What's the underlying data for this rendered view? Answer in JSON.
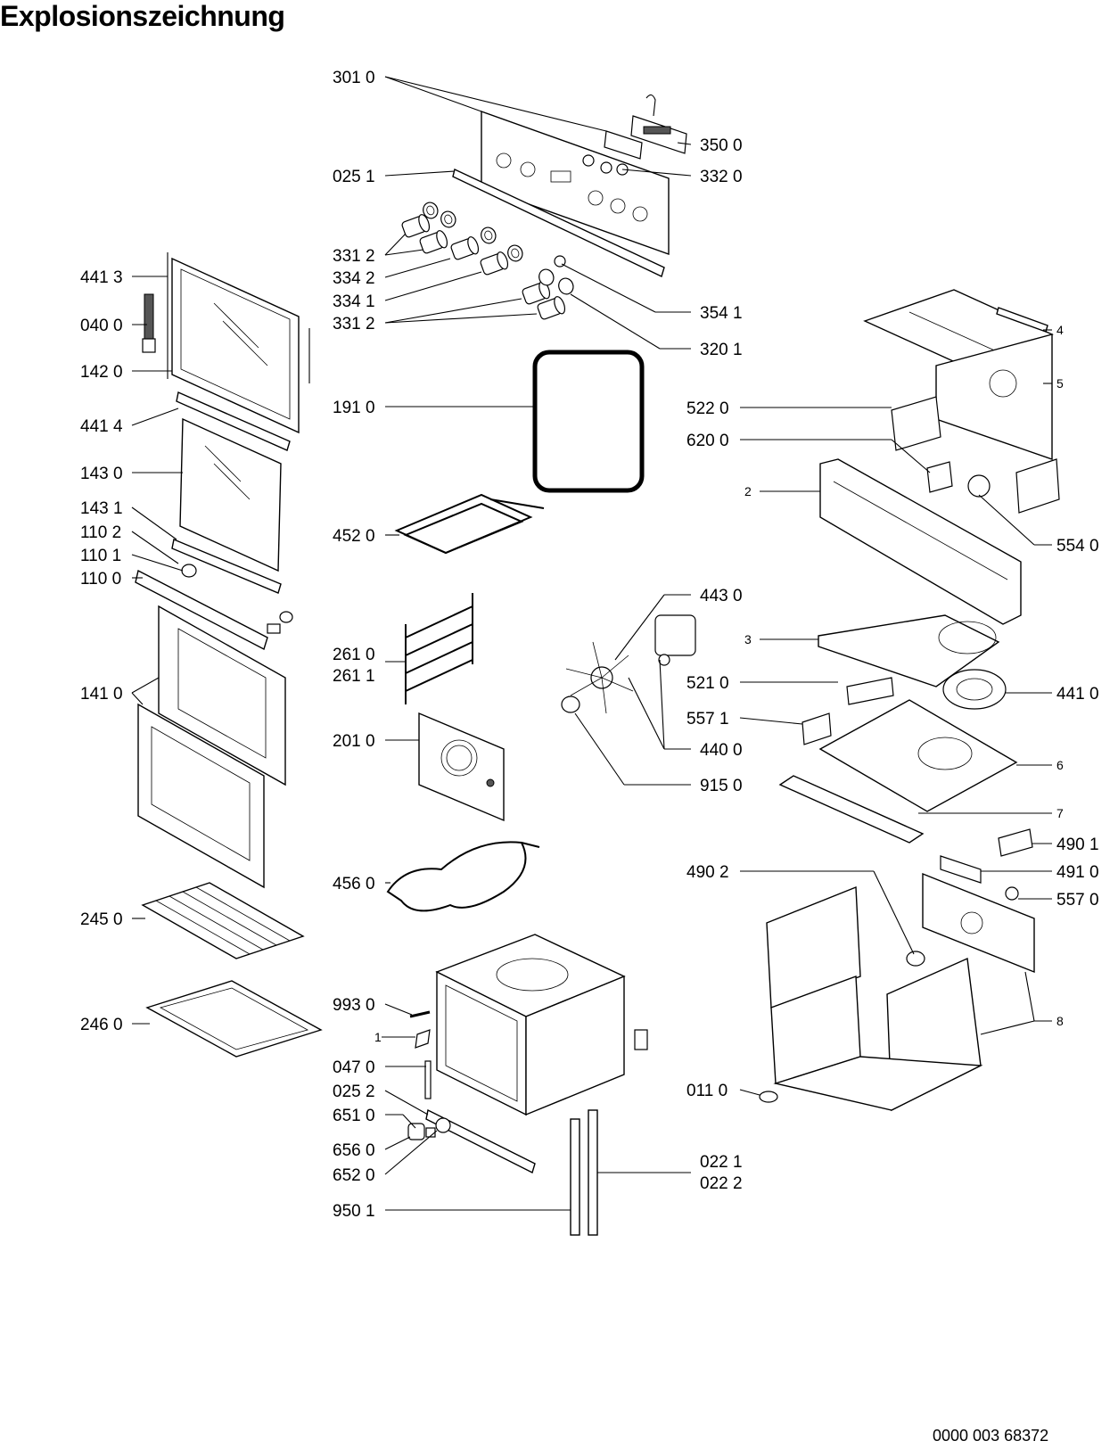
{
  "title": "Explosionszeichnung",
  "document_number": "0000 003 68372",
  "callouts": {
    "p301_0": "301 0",
    "p350_0": "350 0",
    "p332_0": "332 0",
    "p025_1": "025 1",
    "p331_2a": "331 2",
    "p334_2": "334 2",
    "p334_1": "334 1",
    "p331_2b": "331 2",
    "p354_1": "354 1",
    "p320_1": "320 1",
    "p441_3": "441 3",
    "p040_0": "040 0",
    "p142_0": "142 0",
    "p441_4": "441 4",
    "p143_0": "143 0",
    "p143_1": "143 1",
    "p110_2": "110 2",
    "p110_1": "110 1",
    "p110_0": "110 0",
    "p141_0": "141 0",
    "p245_0": "245 0",
    "p246_0": "246 0",
    "p191_0": "191 0",
    "p452_0": "452 0",
    "p261_0": "261 0",
    "p261_1": "261 1",
    "p201_0": "201 0",
    "p456_0": "456 0",
    "p993_0": "993 0",
    "p1": "1",
    "p047_0": "047 0",
    "p025_2": "025 2",
    "p651_0": "651 0",
    "p656_0": "656 0",
    "p652_0": "652 0",
    "p950_1": "950 1",
    "p022_1": "022 1",
    "p022_2": "022 2",
    "p4": "4",
    "p5": "5",
    "p522_0": "522 0",
    "p620_0": "620 0",
    "p2": "2",
    "p554_0": "554 0",
    "p443_0": "443 0",
    "p3": "3",
    "p521_0": "521 0",
    "p441_0": "441 0",
    "p557_1": "557 1",
    "p440_0": "440 0",
    "p915_0": "915 0",
    "p6": "6",
    "p7": "7",
    "p490_1": "490 1",
    "p490_2": "490 2",
    "p491_0": "491 0",
    "p557_0": "557 0",
    "p8": "8",
    "p011_0": "011 0"
  }
}
